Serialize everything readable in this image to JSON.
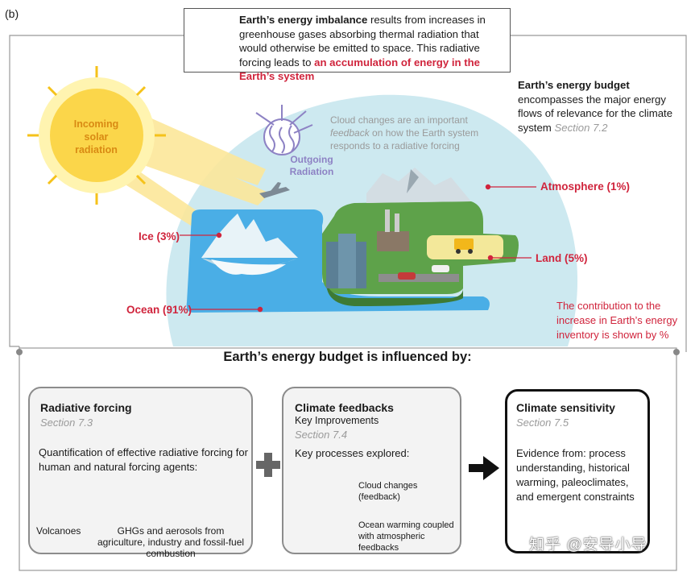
{
  "panel_label": "(b)",
  "imbalance": {
    "bold_lead": "Earth’s energy imbalance",
    "text": " results from increases in greenhouse gases absorbing thermal radiation that would otherwise be emitted to space. This radiative forcing leads to ",
    "highlight": "an accumulation of energy in the Earth’s system"
  },
  "budget": {
    "bold_lead": "Earth’s energy budget",
    "text": " encompasses the major energy flows of relevance for the climate system ",
    "section": "Section 7.2"
  },
  "cloud_note": {
    "line1": "Cloud changes are an important",
    "italic": "feedback",
    "line2": " on how the Earth system responds to a radiative forcing"
  },
  "sun_label": "Incoming solar radiation",
  "outgoing_label": "Outgoing Radiation",
  "labels": {
    "atmosphere": "Atmosphere (1%)",
    "ice": "Ice (3%)",
    "land": "Land (5%)",
    "ocean": "Ocean (91%)"
  },
  "contribution_note": "The contribution to the increase in Earth’s energy inventory is shown by %",
  "influence_title": "Earth’s energy budget is influenced by:",
  "cards": {
    "radiative_forcing": {
      "title": "Radiative forcing",
      "section": "Section 7.3",
      "body": "Quantification of effective radiative forcing for human and natural forcing agents:",
      "volcanoes": "Volcanoes",
      "ghg": "GHGs and aerosols from agriculture, industry and fossil-fuel combustion"
    },
    "climate_feedbacks": {
      "title": "Climate feedbacks",
      "subtitle": "Key Improvements",
      "section": "Section 7.4",
      "body": "Key processes explored:",
      "item1": "Cloud changes (feedback)",
      "item2": "Ocean warming coupled with atmospheric feedbacks"
    },
    "climate_sensitivity": {
      "title": "Climate sensitivity",
      "section": "Section 7.5",
      "body": "Evidence from: process understanding, historical warming, paleoclimates, and emergent constraints"
    }
  },
  "watermark": "知乎 @安导小导",
  "colors": {
    "accent_red": "#d0243c",
    "sky": "#cde9f0",
    "ocean": "#4aaee6",
    "land": "#5ea24a",
    "sun": "#fbd64a"
  }
}
